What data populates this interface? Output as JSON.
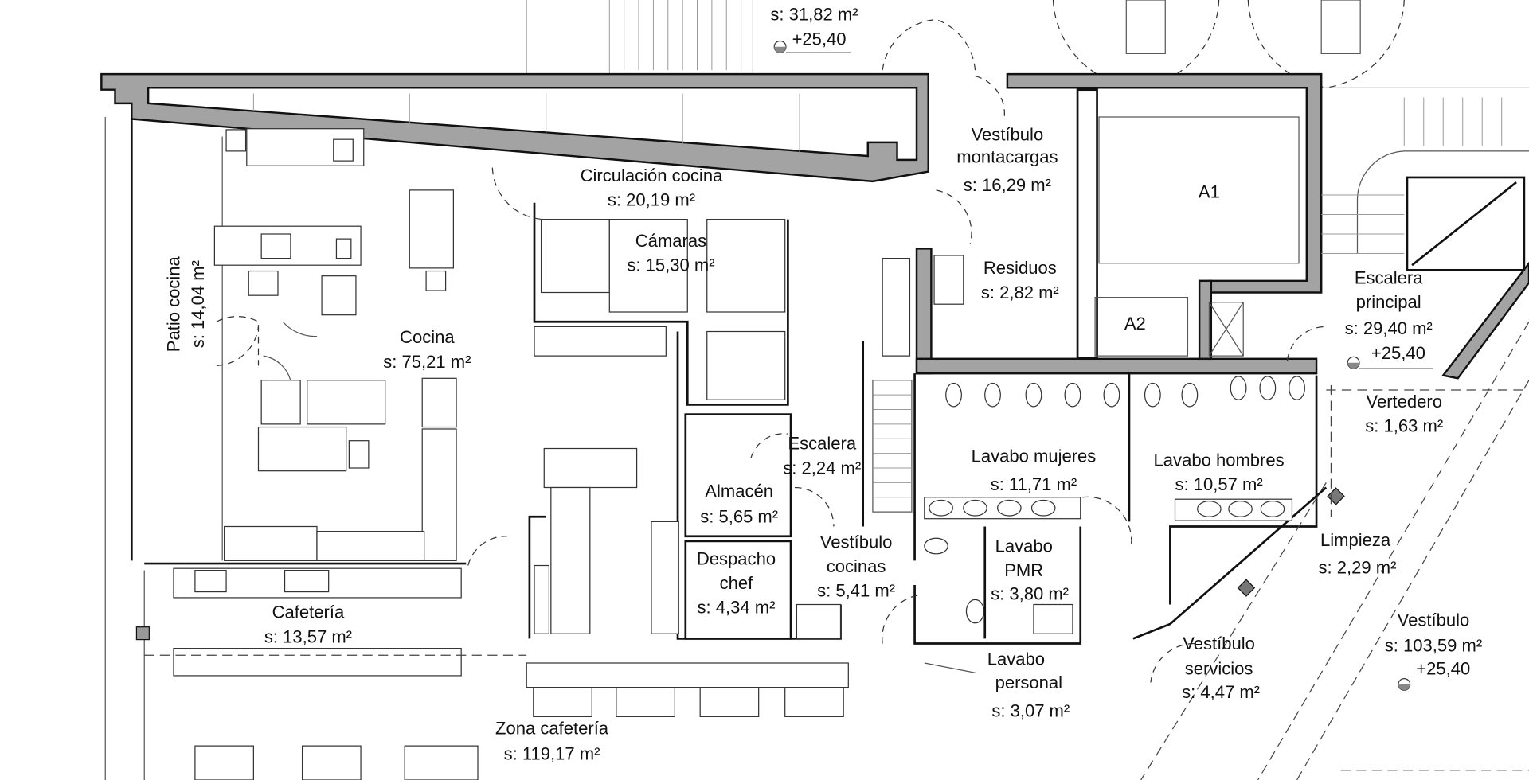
{
  "plan": {
    "top_room": {
      "area": "s: 31,82 m²",
      "level": "+25,40"
    },
    "vestibulo_montacargas": {
      "name1": "Vestíbulo",
      "name2": "montacargas",
      "area": "s: 16,29 m²"
    },
    "a1": {
      "name": "A1"
    },
    "a2": {
      "name": "A2"
    },
    "circulacion_cocina": {
      "name": "Circulación cocina",
      "area": "s: 20,19 m²"
    },
    "camaras": {
      "name": "Cámaras",
      "area": "s: 15,30 m²"
    },
    "patio_cocina": {
      "name": "Patio cocina",
      "area": "s: 14,04 m²"
    },
    "cocina": {
      "name": "Cocina",
      "area": "s: 75,21 m²"
    },
    "residuos": {
      "name": "Residuos",
      "area": "s: 2,82 m²"
    },
    "escalera_principal": {
      "name1": "Escalera",
      "name2": "principal",
      "area": "s: 29,40 m²",
      "level": "+25,40"
    },
    "vertedero": {
      "name": "Vertedero",
      "area": "s: 1,63 m²"
    },
    "escalera": {
      "name": "Escalera",
      "area": "s: 2,24 m²"
    },
    "lavabo_mujeres": {
      "name": "Lavabo mujeres",
      "area": "s: 11,71 m²"
    },
    "lavabo_hombres": {
      "name": "Lavabo hombres",
      "area": "s: 10,57 m²"
    },
    "almacen": {
      "name": "Almacén",
      "area": "s: 5,65 m²"
    },
    "lavabo_pmr": {
      "name1": "Lavabo",
      "name2": "PMR",
      "area": "s: 3,80 m²"
    },
    "limpieza": {
      "name": "Limpieza",
      "area": "s: 2,29 m²"
    },
    "despacho_chef": {
      "name1": "Despacho",
      "name2": "chef",
      "area": "s: 4,34 m²"
    },
    "vestibulo_cocinas": {
      "name1": "Vestíbulo",
      "name2": "cocinas",
      "area": "s: 5,41 m²"
    },
    "cafeteria": {
      "name": "Cafetería",
      "area": "s: 13,57 m²"
    },
    "vestibulo": {
      "name": "Vestíbulo",
      "area": "s: 103,59 m²",
      "level": "+25,40"
    },
    "lavabo_personal": {
      "name1": "Lavabo",
      "name2": "personal",
      "area": "s: 3,07 m²"
    },
    "vestibulo_servicios": {
      "name1": "Vestíbulo",
      "name2": "servicios",
      "area": "s: 4,47 m²"
    },
    "zona_cafeteria": {
      "name": "Zona cafetería",
      "area": "s: 119,17 m²"
    }
  }
}
